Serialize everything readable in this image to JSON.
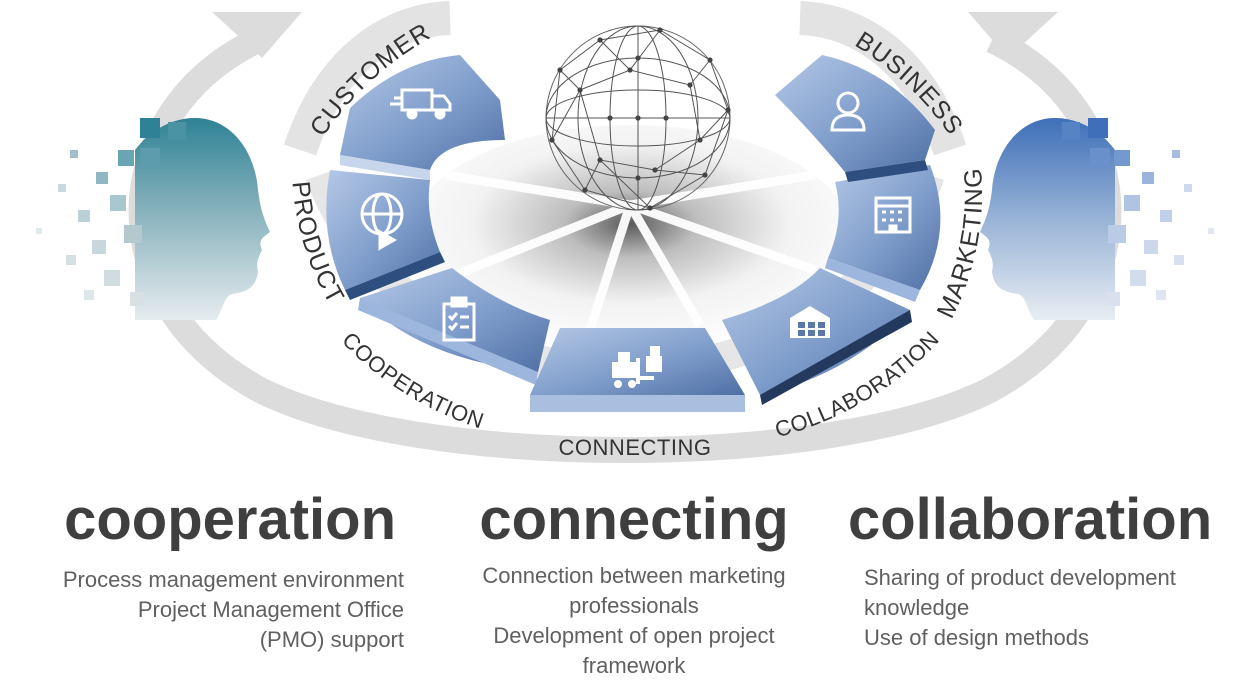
{
  "arc_labels": {
    "customer": "CUSTOMER",
    "product": "PRODUCT",
    "cooperation": "COOPERATION",
    "connecting": "CONNECTING",
    "collaboration": "COLLABORATION",
    "marketing": "MARKETING",
    "business": "BUSINESS"
  },
  "segment_icons": [
    "delivery-truck-icon",
    "globe-arrow-icon",
    "checklist-icon",
    "forklift-icon",
    "warehouse-icon",
    "office-building-icon",
    "user-icon"
  ],
  "columns": {
    "cooperation": {
      "title": "cooperation",
      "lines": [
        "Process management environment",
        "Project Management Office",
        "(PMO) support"
      ]
    },
    "connecting": {
      "title": "connecting",
      "lines": [
        "Connection between marketing",
        "professionals",
        "Development of open project",
        "framework"
      ]
    },
    "collaboration": {
      "title": "collaboration",
      "lines": [
        "Sharing of product development",
        "knowledge",
        "Use of design methods"
      ]
    }
  },
  "colors": {
    "segment_light": "#a9bfe0",
    "segment_dark": "#3d5f93",
    "segment_edge": "#23395e",
    "head_left_top": "#2f8295",
    "head_right_top": "#3e6fb8",
    "ring_arrow": "#d9d9d9",
    "title_text": "#3f3f3f",
    "body_text": "#606060"
  }
}
